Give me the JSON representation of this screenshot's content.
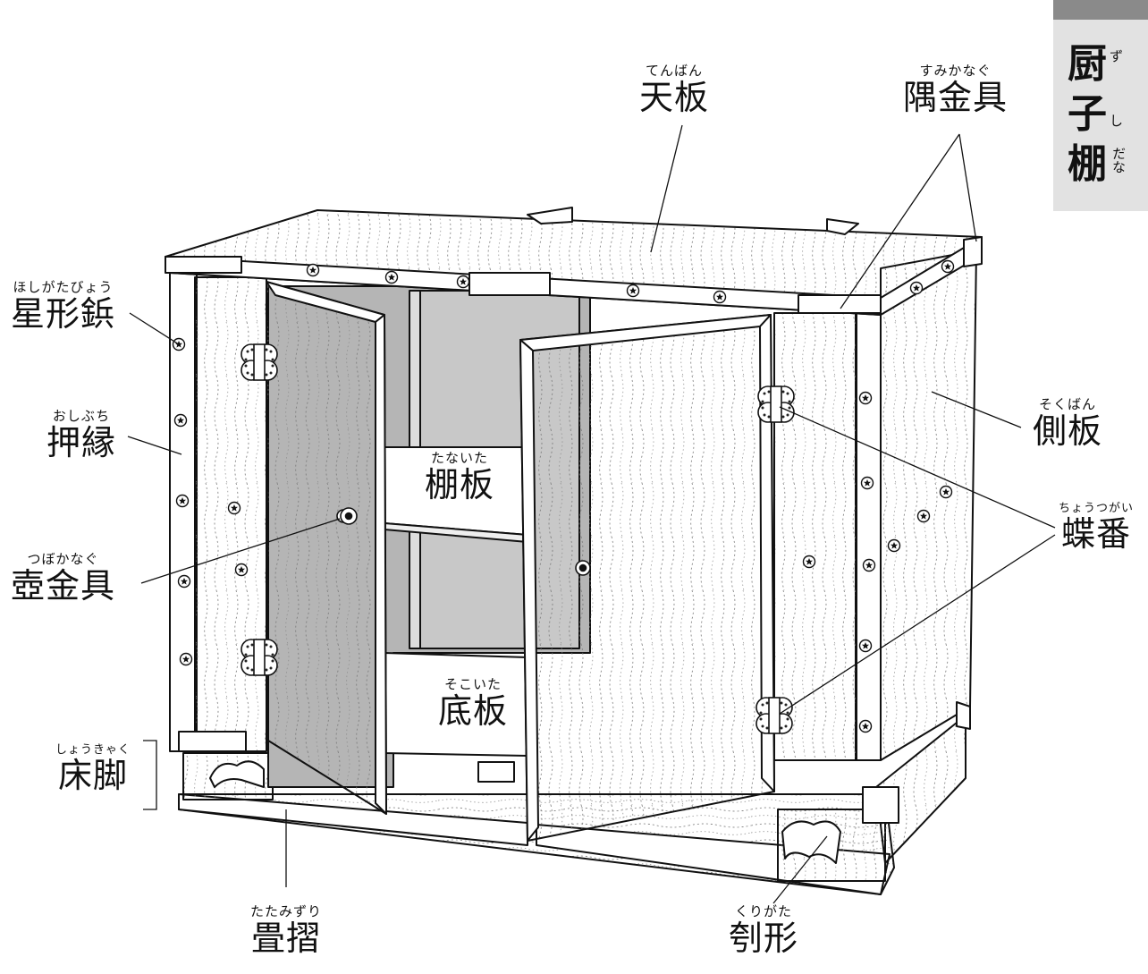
{
  "title": {
    "kanji": [
      "厨",
      "子",
      "棚"
    ],
    "kana": [
      "ず",
      "し",
      "だな"
    ]
  },
  "labels": {
    "tenban": {
      "main": "天板",
      "ruby": "てんばん"
    },
    "sumikanagu": {
      "main": "隅金具",
      "ruby": "すみかなぐ"
    },
    "hoshigatabyo": {
      "main": "星形鋲",
      "ruby": "ほしがたびょう"
    },
    "oshibuchi": {
      "main": "押縁",
      "ruby": "おしぶち"
    },
    "sokuban": {
      "main": "側板",
      "ruby": "そくばん"
    },
    "tanaita": {
      "main": "棚板",
      "ruby": "たないた"
    },
    "chotsugai": {
      "main": "蝶番",
      "ruby": "ちょうつがい"
    },
    "tsubokanagu": {
      "main": "壺金具",
      "ruby": "つぼかなぐ"
    },
    "sokoita": {
      "main": "底板",
      "ruby": "そこいた"
    },
    "shokyaku": {
      "main": "床脚",
      "ruby": "しょうきゃく"
    },
    "tatamizuri": {
      "main": "畳摺",
      "ruby": "たたみずり"
    },
    "kurigata": {
      "main": "刳形",
      "ruby": "くりがた"
    }
  }
}
